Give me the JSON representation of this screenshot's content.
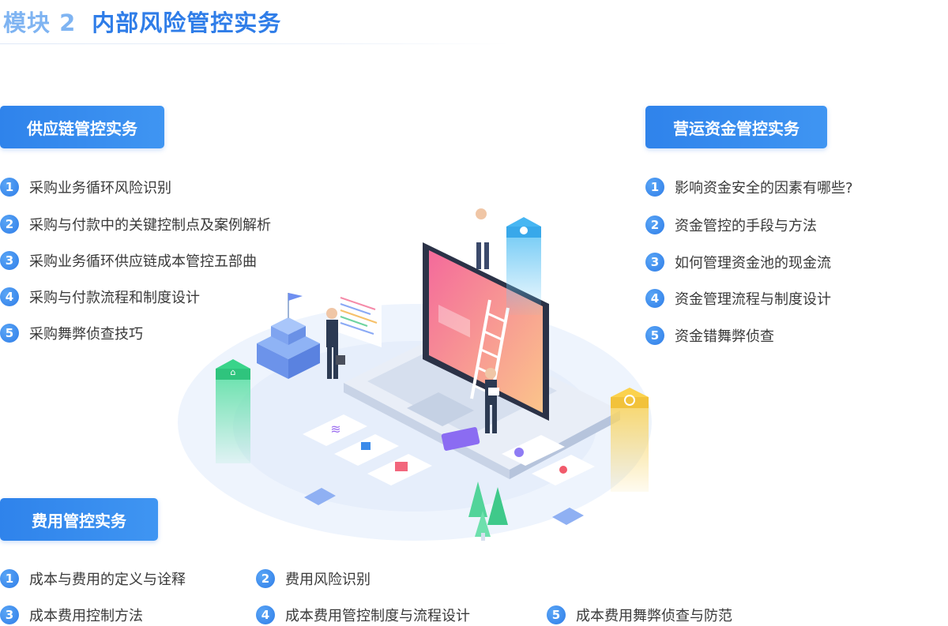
{
  "header": {
    "module": "模块 2",
    "title": "内部风险管控实务"
  },
  "supply_chain": {
    "title": "供应链管控实务",
    "items": [
      {
        "num": "1",
        "text": "采购业务循环风险识别"
      },
      {
        "num": "2",
        "text": "采购与付款中的关键控制点及案例解析"
      },
      {
        "num": "3",
        "text": "采购业务循环供应链成本管控五部曲"
      },
      {
        "num": "4",
        "text": "采购与付款流程和制度设计"
      },
      {
        "num": "5",
        "text": "采购舞弊侦查技巧"
      }
    ]
  },
  "working_capital": {
    "title": "营运资金管控实务",
    "items": [
      {
        "num": "1",
        "text": "影响资金安全的因素有哪些?"
      },
      {
        "num": "2",
        "text": "资金管控的手段与方法"
      },
      {
        "num": "3",
        "text": "如何管理资金池的现金流"
      },
      {
        "num": "4",
        "text": "资金管理流程与制度设计"
      },
      {
        "num": "5",
        "text": "资金错舞弊侦查"
      }
    ]
  },
  "expense": {
    "title": "费用管控实务",
    "items": [
      {
        "num": "1",
        "text": "成本与费用的定义与诠释"
      },
      {
        "num": "2",
        "text": "费用风险识别"
      },
      {
        "num": "3",
        "text": "成本费用控制方法"
      },
      {
        "num": "4",
        "text": "成本费用管控制度与流程设计"
      },
      {
        "num": "5",
        "text": "成本费用舞弊侦查与防范"
      }
    ]
  },
  "colors": {
    "accent": "#2f7de8",
    "accent_light": "#7fb4f2",
    "text": "#3a3a3a"
  }
}
